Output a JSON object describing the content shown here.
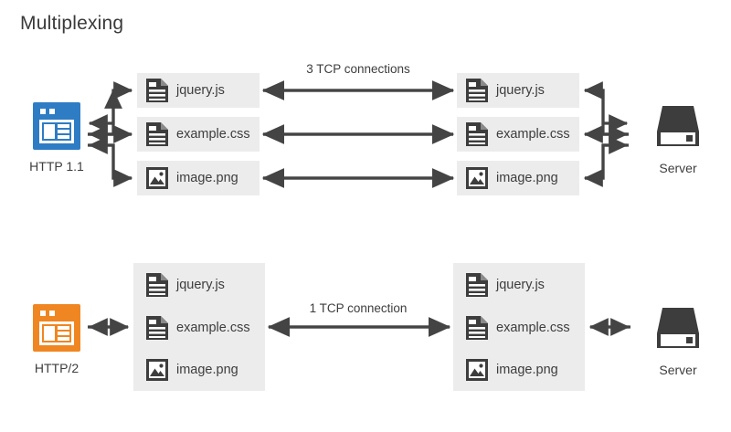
{
  "title": "Multiplexing",
  "colors": {
    "http11_accent": "#2e7cc4",
    "http2_accent": "#f08621",
    "box_fill": "#ececec",
    "stroke": "#444444",
    "text": "#3d3d3d",
    "background": "#ffffff"
  },
  "sections": [
    {
      "id": "http11",
      "client": {
        "label": "HTTP 1.1",
        "icon": "browser-window-icon",
        "accent": "#2e7cc4"
      },
      "server": {
        "label": "Server",
        "icon": "server-icon"
      },
      "connection_label": "3 TCP connections",
      "connection_count": 3,
      "grouping": "separate",
      "client_side_resources": [
        {
          "name": "jquery.js",
          "icon": "document-icon"
        },
        {
          "name": "example.css",
          "icon": "document-icon"
        },
        {
          "name": "image.png",
          "icon": "image-icon"
        }
      ],
      "server_side_resources": [
        {
          "name": "jquery.js",
          "icon": "document-icon"
        },
        {
          "name": "example.css",
          "icon": "document-icon"
        },
        {
          "name": "image.png",
          "icon": "image-icon"
        }
      ]
    },
    {
      "id": "http2",
      "client": {
        "label": "HTTP/2",
        "icon": "browser-window-icon",
        "accent": "#f08621"
      },
      "server": {
        "label": "Server",
        "icon": "server-icon"
      },
      "connection_label": "1 TCP connection",
      "connection_count": 1,
      "grouping": "combined",
      "client_side_resources": [
        {
          "name": "jquery.js",
          "icon": "document-icon"
        },
        {
          "name": "example.css",
          "icon": "document-icon"
        },
        {
          "name": "image.png",
          "icon": "image-icon"
        }
      ],
      "server_side_resources": [
        {
          "name": "jquery.js",
          "icon": "document-icon"
        },
        {
          "name": "example.css",
          "icon": "document-icon"
        },
        {
          "name": "image.png",
          "icon": "image-icon"
        }
      ]
    }
  ]
}
